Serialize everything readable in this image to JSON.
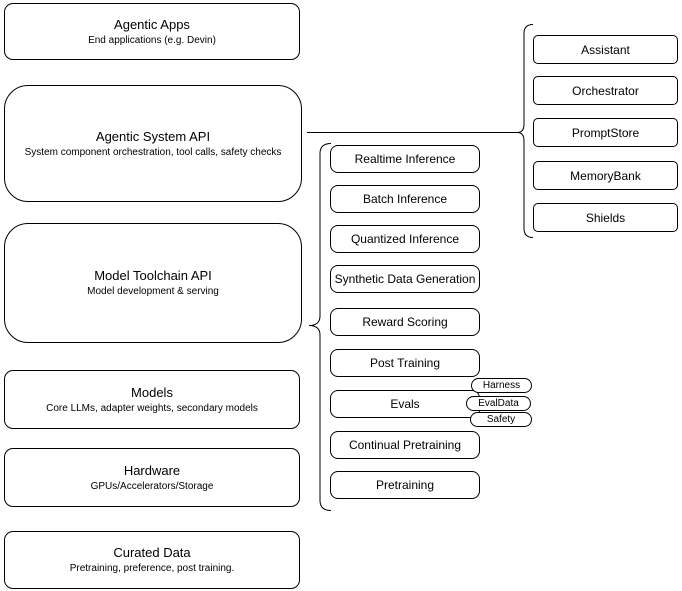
{
  "stack": {
    "boxes": [
      {
        "title": "Agentic Apps",
        "subtitle": "End applications (e.g. Devin)"
      },
      {
        "title": "Agentic System API",
        "subtitle": "System component orchestration, tool calls, safety checks"
      },
      {
        "title": "Model Toolchain API",
        "subtitle": "Model development & serving"
      },
      {
        "title": "Models",
        "subtitle": "Core LLMs, adapter weights, secondary models"
      },
      {
        "title": "Hardware",
        "subtitle": "GPUs/Accelerators/Storage"
      },
      {
        "title": "Curated Data",
        "subtitle": "Pretraining, preference, post training."
      }
    ]
  },
  "toolchain": {
    "items": [
      "Realtime Inference",
      "Batch Inference",
      "Quantized Inference",
      "Synthetic Data Generation",
      "Reward Scoring",
      "Post Training",
      "Evals",
      "Continual Pretraining",
      "Pretraining"
    ]
  },
  "evals_tags": [
    "Harness",
    "EvalData",
    "Safety"
  ],
  "system": {
    "items": [
      "Assistant",
      "Orchestrator",
      "PromptStore",
      "MemoryBank",
      "Shields"
    ]
  },
  "colors": {
    "stroke": "#000000",
    "fill": "#ffffff",
    "background": "#ffffff"
  }
}
